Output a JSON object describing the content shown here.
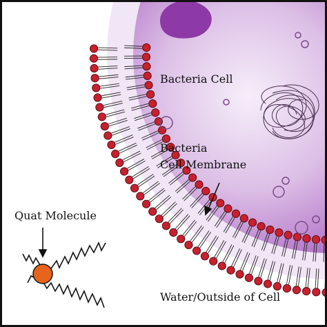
{
  "labels": {
    "cell": "Bacteria Cell",
    "membrane_line1": "Bacteria",
    "membrane_line2": "Cell Membrane",
    "quat": "Quat Molecule",
    "outside": "Water/Outside of Cell"
  },
  "colors": {
    "border": "#111111",
    "cell_center": "#f6eefa",
    "cell_edge": "#a45cbb",
    "band": "#f1e6f6",
    "head_fill": "#c8202e",
    "head_stroke": "#5a0e14",
    "nucleus": "#8e3aa6",
    "quat_head": "#e8641c"
  },
  "icons": {
    "quat_head": "orange-circle",
    "dna": "tangled-loop",
    "vesicles": "small-circles"
  }
}
